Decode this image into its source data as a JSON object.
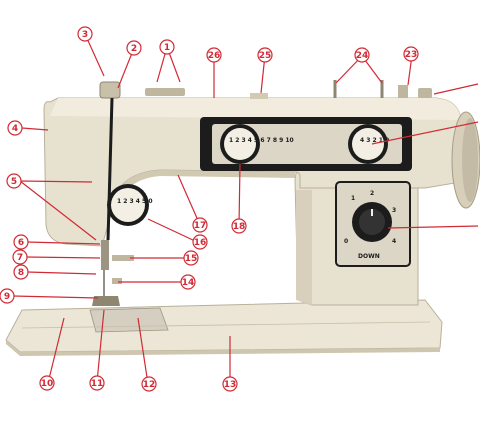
{
  "colors": {
    "body": "#e7e1cf",
    "body_shade": "#cfc6b0",
    "bed": "#ebe6d6",
    "panel_dark": "#1c1c1c",
    "panel_light": "#dcd6c6",
    "callout": "#d22a35",
    "dial_face": "#f3efe4",
    "knob": "#222222"
  },
  "callouts": [
    {
      "label": "1"
    },
    {
      "label": "2"
    },
    {
      "label": "3"
    },
    {
      "label": "4"
    },
    {
      "label": "5"
    },
    {
      "label": "6"
    },
    {
      "label": "7"
    },
    {
      "label": "8"
    },
    {
      "label": "9"
    },
    {
      "label": "10"
    },
    {
      "label": "11"
    },
    {
      "label": "12"
    },
    {
      "label": "13"
    },
    {
      "label": "14"
    },
    {
      "label": "15"
    },
    {
      "label": "16"
    },
    {
      "label": "17"
    },
    {
      "label": "18"
    },
    {
      "label": "23"
    },
    {
      "label": "24"
    },
    {
      "label": "25"
    },
    {
      "label": "26"
    }
  ],
  "dials": {
    "stitch_width_text": "1 2 3 4 5 0",
    "stitch_length_text": "4 3 2 1 0",
    "top_dial_left_text": "1 2 3 4 5 6 7 8 9 10",
    "pattern_dial": {
      "numbers": [
        "0",
        "1",
        "2",
        "3",
        "4"
      ],
      "label": "DOWN"
    }
  }
}
